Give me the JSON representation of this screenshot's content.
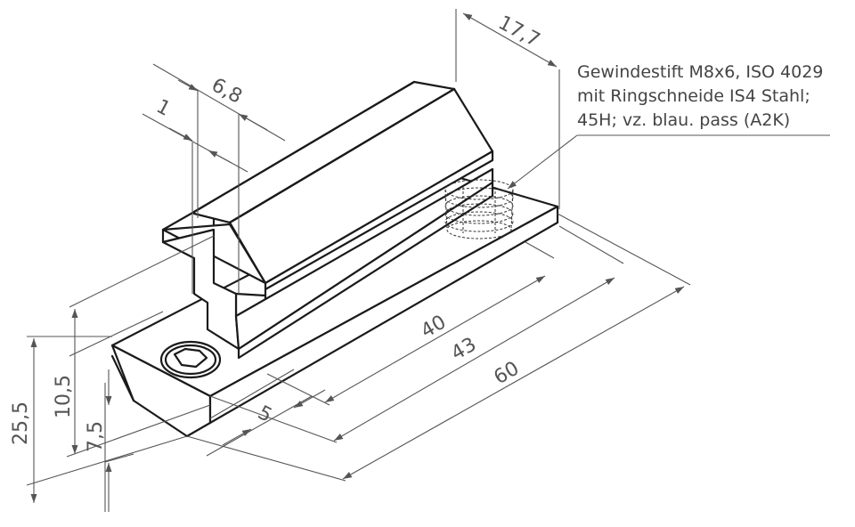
{
  "dimensions": {
    "d_17_7": "17,7",
    "d_6_8": "6,8",
    "d_1": "1",
    "d_40": "40",
    "d_43": "43",
    "d_60": "60",
    "d_5": "5",
    "d_10_5": "10,5",
    "d_7_5": "7,5",
    "d_25_5": "25,5"
  },
  "annotation": {
    "line1": "Gewindestift M8x6, ISO 4029",
    "line2": "mit Ringschneide IS4 Stahl;",
    "line3": "45H; vz. blau. pass (A2K)"
  },
  "colors": {
    "outline": "#1a1a1a",
    "dimension": "#555555"
  }
}
